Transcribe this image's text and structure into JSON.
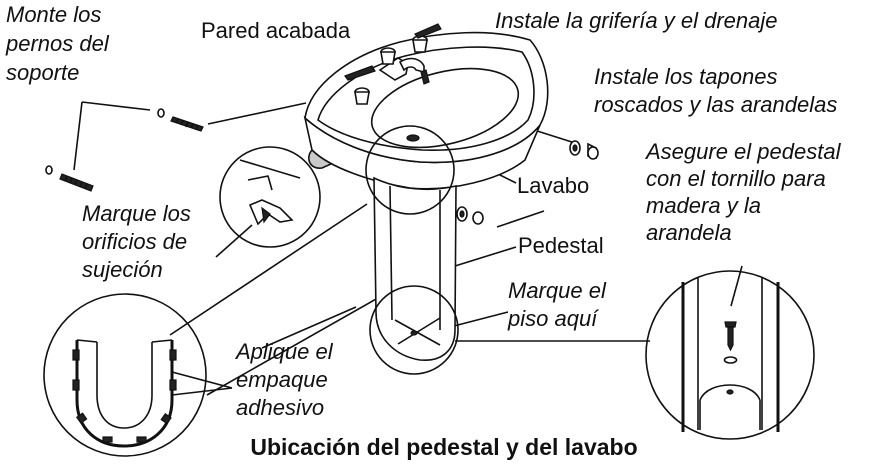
{
  "labels": {
    "monte_pernos": [
      "Monte los",
      "pernos del",
      "soporte"
    ],
    "pared_acabada": "Pared acabada",
    "instale_griferia": "Instale la grifería y el drenaje",
    "instale_tapones": [
      "Instale los tapones",
      "roscados y las arandelas"
    ],
    "asegure_pedestal": [
      "Asegure el pedestal",
      "con el tornillo para",
      "madera y la",
      "arandela"
    ],
    "lavabo": "Lavabo",
    "marque_orificios": [
      "Marque los",
      "orificios de",
      "sujeción"
    ],
    "pedestal": "Pedestal",
    "marque_piso": [
      "Marque el",
      "piso aquí"
    ],
    "aplique_empaque": [
      "Aplique el",
      "empaque",
      "adhesivo"
    ]
  },
  "caption": "Ubicación del pedestal y del lavabo"
}
